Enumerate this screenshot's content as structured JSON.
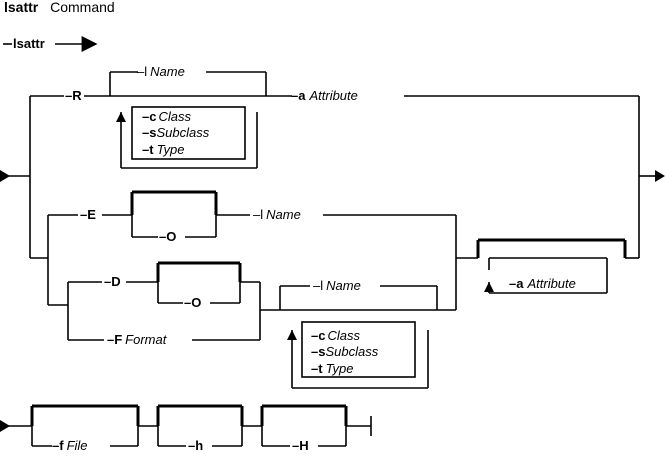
{
  "title": {
    "command": "lsattr",
    "suffix": "Command"
  },
  "header_syntax": {
    "name": "lsattr"
  },
  "flags": {
    "R": "–R",
    "E": "–E",
    "D": "–D",
    "F": "–F",
    "O": "–O",
    "l": "–l",
    "a": "–a",
    "c": "–c",
    "s": "–s",
    "t": "–t",
    "f": "–f",
    "h": "–h",
    "H": "–H"
  },
  "params": {
    "name": "Name",
    "attribute": "Attribute",
    "class": "Class",
    "subclass": "Subclass",
    "type": "Type",
    "format": "Format",
    "file": "File"
  }
}
